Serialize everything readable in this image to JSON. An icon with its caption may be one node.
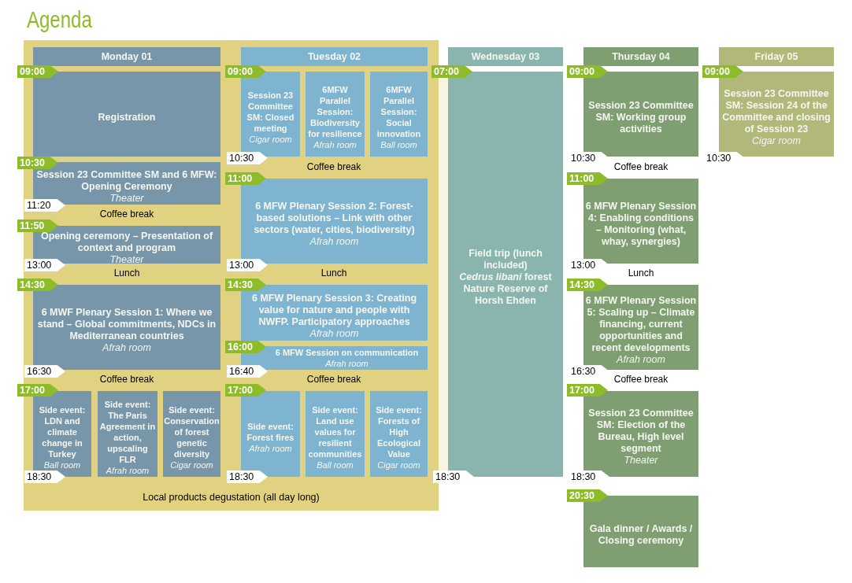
{
  "diagram": {
    "title": "Agenda",
    "nodes": [
      {
        "text": [
          "Local products degustation (all day long)"
        ]
      },
      {
        "text": [
          "Monday 01"
        ],
        "in": 0
      },
      {
        "text": [
          "09:00"
        ]
      },
      {
        "text": [
          "Registration"
        ],
        "in": 0
      },
      {
        "text": [
          "10:30"
        ]
      },
      {
        "text": [
          "Session 23 Committee SM and 6 MFW: Opening Ceremony",
          "Theater"
        ],
        "in": 0
      },
      {
        "text": [
          "11:20"
        ],
        "in": 0
      },
      {
        "text": [
          "11:50"
        ]
      },
      {
        "text": [
          "Opening ceremony – Presentation of context and program",
          "Theater"
        ],
        "in": 0
      },
      {
        "text": [
          "13:00"
        ],
        "in": 0
      },
      {
        "text": [
          "14:30"
        ]
      },
      {
        "text": [
          "6 MWF Plenary Session 1:  Where we stand – Global commitments, NDCs in Mediterranean countries",
          "Afrah room"
        ],
        "in": 0
      },
      {
        "text": [
          "16:30"
        ],
        "in": 0
      },
      {
        "text": [
          "17:00"
        ]
      },
      {
        "text": [
          "Side event: LDN and climate change in Turkey",
          "Ball room"
        ],
        "in": 0
      },
      {
        "text": [
          "Side event: The Paris Agreement in action, upscaling FLR",
          "Afrah room"
        ],
        "in": 0
      },
      {
        "text": [
          "Side event: Conservation of forest genetic diversity",
          "Cigar room"
        ],
        "in": 0
      },
      {
        "text": [
          "18:30"
        ],
        "in": 0
      },
      {
        "text": [
          "Tuesday 02"
        ],
        "in": 0
      },
      {
        "text": [
          "09:00"
        ],
        "in": 0
      },
      {
        "text": [
          "Session 23 Committee SM: Closed meeting",
          "Cigar room"
        ],
        "in": 0
      },
      {
        "text": [
          "6MFW Parallel Session: Biodiversity for resilience",
          "Afrah room"
        ],
        "in": 0
      },
      {
        "text": [
          "6MFW Parallel Session: Social innovation",
          "Ball room"
        ],
        "in": 0
      },
      {
        "text": [
          "10:30"
        ],
        "in": 0
      },
      {
        "text": [
          "11:00"
        ],
        "in": 0
      },
      {
        "text": [
          "6 MFW Plenary Session 2: Forest-based solutions – Link with other sectors (water, cities, biodiversity)",
          "Afrah room"
        ],
        "in": 0
      },
      {
        "text": [
          "13:00"
        ],
        "in": 0
      },
      {
        "text": [
          "14:30"
        ],
        "in": 0
      },
      {
        "text": [
          "6 MFW Plenary Session 3:  Creating value for nature and people with NWFP. Participatory approaches",
          "Afrah room"
        ],
        "in": 0
      },
      {
        "text": [
          "16:00"
        ],
        "in": 0
      },
      {
        "text": [
          "6 MFW Session on communication",
          "Afrah room"
        ],
        "in": 0
      },
      {
        "text": [
          "16:40"
        ],
        "in": 0
      },
      {
        "text": [
          "17:00"
        ],
        "in": 0
      },
      {
        "text": [
          "Side event: Forest fires",
          "Afrah room"
        ],
        "in": 0
      },
      {
        "text": [
          "Side event: Land use values for resilient communities",
          "Ball room"
        ],
        "in": 0
      },
      {
        "text": [
          "Side event: Forests of High Ecological Value",
          "Cigar room"
        ],
        "in": 0
      },
      {
        "text": [
          "18:30"
        ],
        "in": 0
      },
      {
        "text": [
          "Wednesday 03"
        ]
      },
      {
        "text": [
          "07:00"
        ]
      },
      {
        "text": [
          "Field trip (lunch included)",
          "*Cedrus libani* forest Nature Reserve of Horsh Ehden"
        ]
      },
      {
        "text": [
          "18:30"
        ]
      },
      {
        "text": [
          "Thursday 04"
        ]
      },
      {
        "text": [
          "09:00"
        ]
      },
      {
        "text": [
          "Session 23 Committee SM: Working group activities"
        ]
      },
      {
        "text": [
          "10:30"
        ]
      },
      {
        "text": [
          "11:00"
        ]
      },
      {
        "text": [
          "6 MFW Plenary Session 4:  Enabling conditions – Monitoring (what, whay, synergies)"
        ]
      },
      {
        "text": [
          "13:00"
        ]
      },
      {
        "text": [
          "14:30"
        ]
      },
      {
        "text": [
          "6 MFW Plenary Session 5:  Scaling up – Climate financing, current opportunities and recent developments",
          "Afrah room"
        ]
      },
      {
        "text": [
          "16:30"
        ]
      },
      {
        "text": [
          "17:00"
        ]
      },
      {
        "text": [
          "Session 23 Committee SM: Election of the Bureau, High level segment",
          "Theater"
        ]
      },
      {
        "text": [
          "18:30"
        ]
      },
      {
        "text": [
          "20:30"
        ]
      },
      {
        "text": [
          "Gala dinner / Awards / Closing ceremony"
        ]
      },
      {
        "text": [
          "Friday 05"
        ]
      },
      {
        "text": [
          "09:00"
        ]
      },
      {
        "text": [
          "Session 23 Committee SM: Session 24 of the Committee and closing of Session 23",
          "Cigar room"
        ]
      },
      {
        "text": [
          "10:30"
        ]
      }
    ],
    "labels": [
      "Coffee break",
      "Coffee break",
      "Coffee break",
      "Lunch",
      "Lunch",
      "Lunch",
      "Coffee break",
      "Coffee break",
      "Coffee break"
    ]
  }
}
